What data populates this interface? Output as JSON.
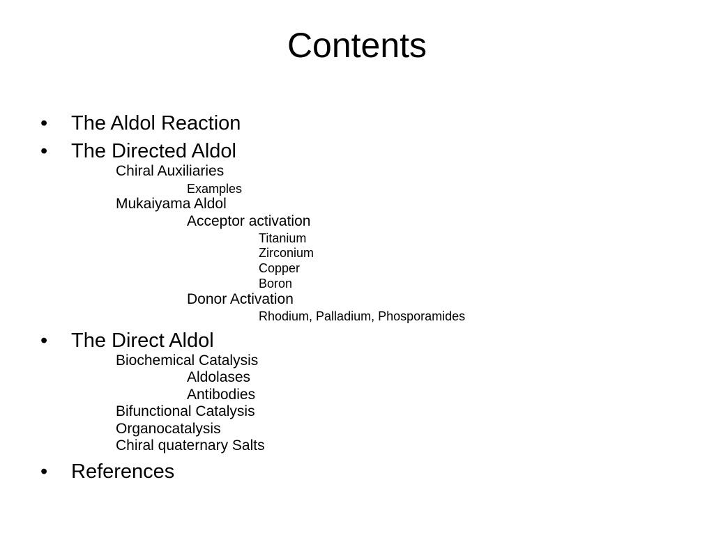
{
  "slide": {
    "title": "Contents",
    "bullet_symbol": "•",
    "items": [
      {
        "label": "The Aldol Reaction"
      },
      {
        "label": "The Directed Aldol",
        "children": [
          {
            "label": "Chiral Auxiliaries",
            "children": [
              {
                "label": "Examples"
              }
            ]
          },
          {
            "label": "Mukaiyama Aldol",
            "children": [
              {
                "label": "Acceptor activation",
                "children": [
                  {
                    "label": "Titanium"
                  },
                  {
                    "label": "Zirconium"
                  },
                  {
                    "label": "Copper"
                  },
                  {
                    "label": "Boron"
                  }
                ]
              },
              {
                "label": "Donor Activation",
                "children": [
                  {
                    "label": "Rhodium, Palladium, Phosporamides"
                  }
                ]
              }
            ]
          }
        ]
      },
      {
        "label": "The Direct Aldol",
        "children": [
          {
            "label": "Biochemical Catalysis",
            "children": [
              {
                "label": "Aldolases"
              },
              {
                "label": "Antibodies"
              }
            ]
          },
          {
            "label": "Bifunctional Catalysis"
          },
          {
            "label": "Organocatalysis"
          },
          {
            "label": "Chiral quaternary Salts"
          }
        ]
      },
      {
        "label": "References"
      }
    ]
  }
}
